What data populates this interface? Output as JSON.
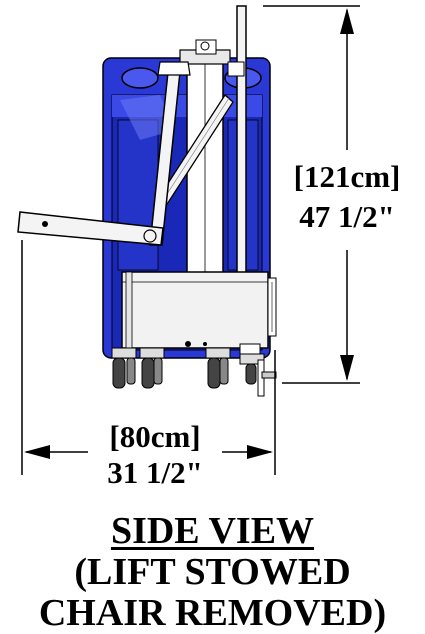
{
  "dimensions": {
    "height_metric": "[121cm]",
    "height_imperial": "47 1/2\"",
    "width_metric": "[80cm]",
    "width_imperial": "31 1/2\""
  },
  "caption": {
    "line1": "SIDE VIEW",
    "line2": "(LIFT STOWED",
    "line3": "CHAIR REMOVED)"
  },
  "colors": {
    "body_blue": "#2a38d6",
    "body_blue_dark": "#141e9a",
    "body_blue_light": "#5565ee",
    "line": "#000000",
    "panel": "#f2f2f2"
  }
}
